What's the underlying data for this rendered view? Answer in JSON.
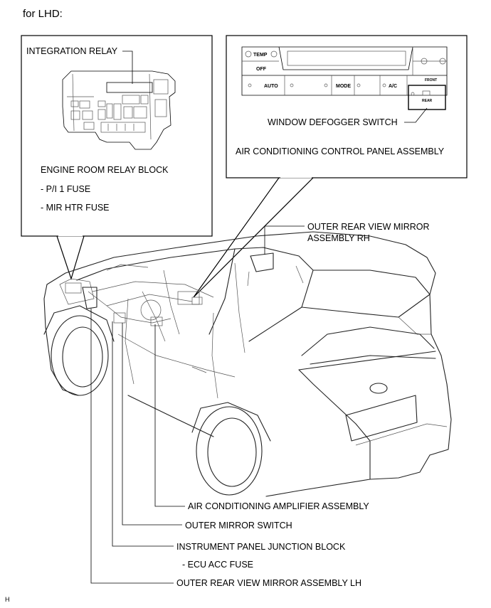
{
  "header": "for LHD:",
  "relay_block_callout": {
    "integration_relay": "INTEGRATION RELAY",
    "block_name": "ENGINE ROOM RELAY BLOCK",
    "fuses": [
      "- P/I 1 FUSE",
      "- MIR HTR FUSE"
    ]
  },
  "ac_panel_callout": {
    "buttons": {
      "temp": "TEMP",
      "off": "OFF",
      "auto": "AUTO",
      "mode": "MODE",
      "ac": "A/C",
      "front": "FRONT",
      "rear": "REAR"
    },
    "defogger_switch": "WINDOW DEFOGGER SWITCH",
    "panel_name": "AIR CONDITIONING CONTROL PANEL ASSEMBLY"
  },
  "labels": {
    "mirror_rh_line1": "OUTER REAR VIEW MIRROR",
    "mirror_rh_line2": "ASSEMBLY RH",
    "ac_amplifier": "AIR CONDITIONING AMPLIFIER ASSEMBLY",
    "mirror_switch": "OUTER MIRROR SWITCH",
    "junction_block": "INSTRUMENT PANEL JUNCTION BLOCK",
    "junction_fuse": "- ECU ACC FUSE",
    "mirror_lh": "OUTER REAR VIEW MIRROR ASSEMBLY LH"
  },
  "footer": "H"
}
